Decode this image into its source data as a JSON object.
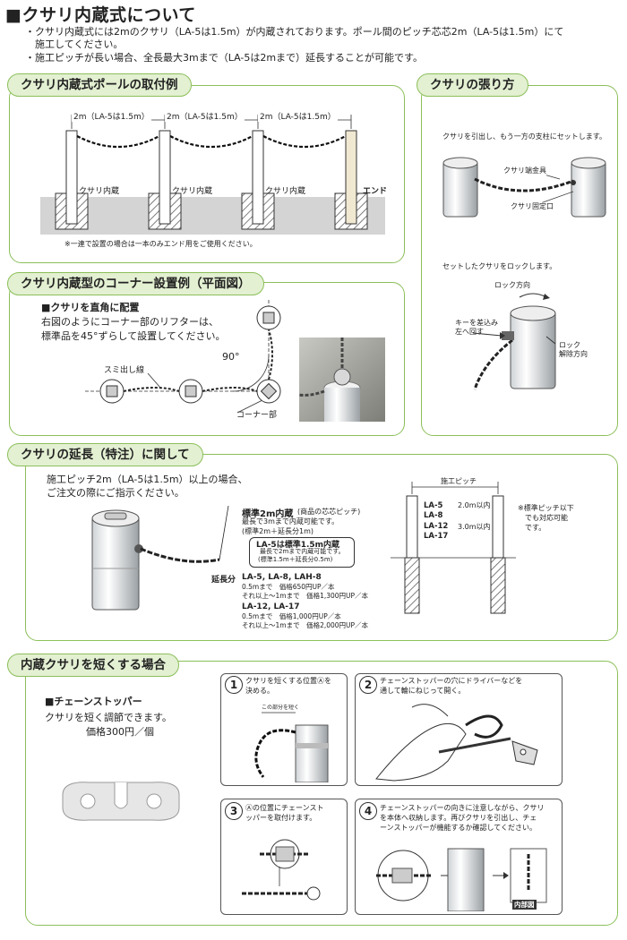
{
  "header": {
    "title": "■クサリ内蔵式について",
    "bullets": [
      "・クサリ内蔵式には2mのクサリ（LA-5は1.5m）が内蔵されております。ポール間のピッチ芯芯2m（LA-5は1.5m）にて",
      "　施工してください。",
      "・施工ピッチが長い場合、全長最大3mまで（LA-5は2mまで）延長することが可能です。"
    ]
  },
  "install": {
    "tab": "クサリ内蔵式ポールの取付例",
    "pitch": [
      "2m（LA-5は1.5m）",
      "2m（LA-5は1.5m）",
      "2m（LA-5は1.5m）"
    ],
    "labels": [
      "クサリ内蔵",
      "クサリ内蔵",
      "クサリ内蔵"
    ],
    "end": "エンド",
    "note": "※一連で設置の場合は一本のみエンド用をご使用ください。"
  },
  "tension": {
    "tab": "クサリの張り方",
    "step1": "クサリを引出し、もう一方の支柱にセットします。",
    "metal": "クサリ端金具",
    "fixed": "クサリ固定口",
    "step2": "セットしたクサリをロックします。",
    "lockdir": "ロック方向",
    "key1": "キーを差込み",
    "key2": "左へ回す",
    "lock": "ロック",
    "unlock": "解除方向"
  },
  "corner": {
    "tab": "クサリ内蔵型のコーナー設置例（平面図）",
    "heading": "■クサリを直角に配置",
    "desc1": "右図のようにコーナー部のリフターは、",
    "desc2": "標準品を45°ずらして設置してください。",
    "angle": "90°",
    "sumi": "スミ出し線",
    "corner": "コーナー部"
  },
  "extend": {
    "tab": "クサリの延長（特注）に関して",
    "desc1": "施工ピッチ2m（LA-5は1.5m）以上の場合、",
    "desc2": "ご注文の際にご指示ください。",
    "std_title": "標準2m内蔵",
    "std_sub": "(商品の芯芯ピッチ)",
    "std_max": "最長で3mまで内蔵可能です。",
    "std_formula": "(標準2m＋延長分1m)",
    "la5_title": "LA-5は標準1.5m内蔵",
    "la5_max": "最長で2mまで内蔵可能です。",
    "la5_formula": "(標準1.5m＋延長分0.5m)",
    "len_label": "延長分",
    "g1_models": "LA-5, LA-8, LAH-8",
    "g1_l1": "0.5mまで　価格650円UP／本",
    "g1_l2": "それ以上～1mまで　価格1,300円UP／本",
    "g2_models": "LA-12, LA-17",
    "g2_l1": "0.5mまで　価格1,000円UP／本",
    "g2_l2": "それ以上～1mまで　価格2,000円UP／本",
    "pitch_label": "施工ピッチ",
    "models": [
      "LA-5",
      "LA-8",
      "LA-12",
      "LA-17"
    ],
    "v1": "2.0m以内",
    "v2": "3.0m以内",
    "note1": "※標準ピッチ以下",
    "note2": "でも対応可能",
    "note3": "です。"
  },
  "shorten": {
    "tab": "内蔵クサリを短くする場合",
    "stopper": "■チェーンストッパー",
    "desc": "クサリを短く調節できます。",
    "price": "価格300円／個",
    "s1_num": "1",
    "s1_a": "クサリを短くする位置Ⓐを",
    "s1_b": "決める。",
    "s1_lbl": "この部分を短く",
    "s2_num": "2",
    "s2_a": "チェーンストッパーの穴にドライバーなどを",
    "s2_b": "通して輪にねじって開く。",
    "s3_num": "3",
    "s3_a": "Ⓐの位置にチェーンスト",
    "s3_b": "ッパーを取付けます。",
    "s4_num": "4",
    "s4_a": "チェーンストッパーの向きに注意しながら、クサリ",
    "s4_b": "を本体へ収納します。再びクサリを引出し、チェ",
    "s4_c": "ーンストッパーが機能するか確認してください。",
    "inside": "内部図"
  }
}
